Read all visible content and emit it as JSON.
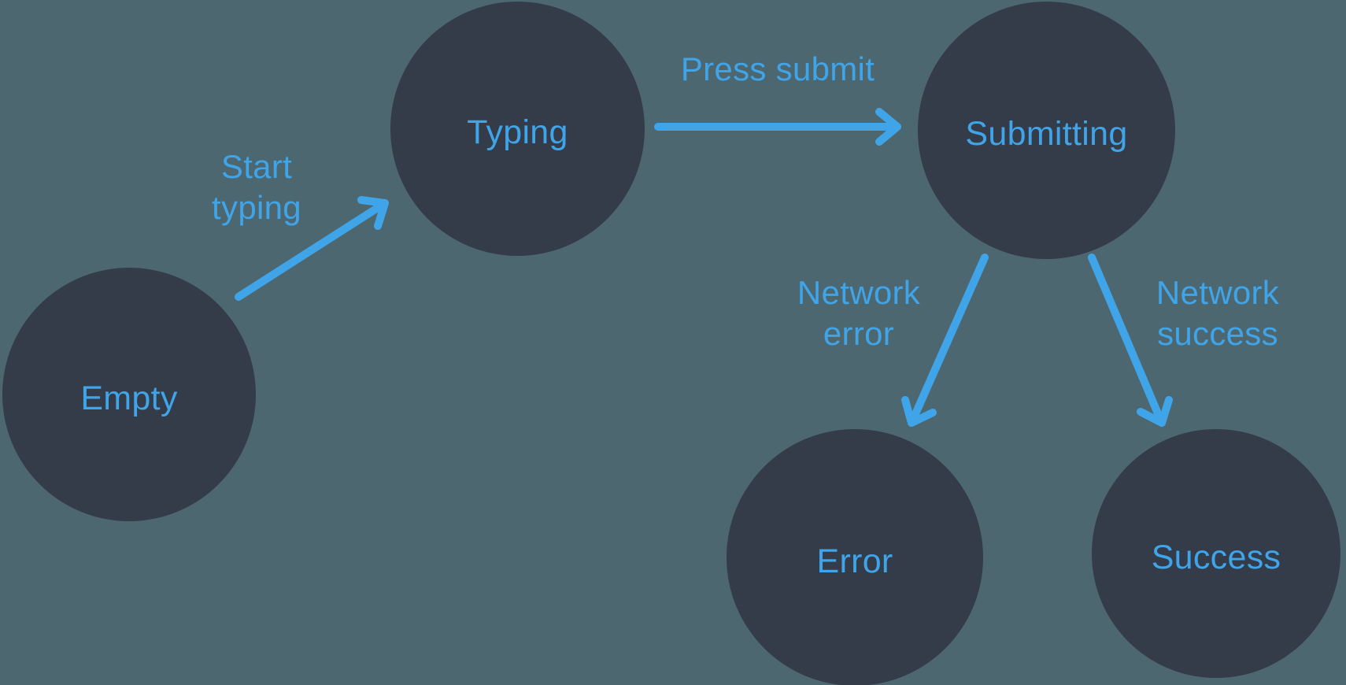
{
  "diagram": {
    "type": "state-machine",
    "colors": {
      "background": "#4D6770",
      "node_fill": "#343B49",
      "accent": "#3FA4E8"
    },
    "states": [
      {
        "id": "empty",
        "label": "Empty"
      },
      {
        "id": "typing",
        "label": "Typing"
      },
      {
        "id": "submitting",
        "label": "Submitting"
      },
      {
        "id": "error",
        "label": "Error"
      },
      {
        "id": "success",
        "label": "Success"
      }
    ],
    "transitions": [
      {
        "from": "empty",
        "to": "typing",
        "label": "Start typing",
        "label_lines": [
          "Start",
          "typing"
        ]
      },
      {
        "from": "typing",
        "to": "submitting",
        "label": "Press submit",
        "label_lines": [
          "Press submit"
        ]
      },
      {
        "from": "submitting",
        "to": "error",
        "label": "Network error",
        "label_lines": [
          "Network",
          "error"
        ]
      },
      {
        "from": "submitting",
        "to": "success",
        "label": "Network success",
        "label_lines": [
          "Network",
          "success"
        ]
      }
    ]
  }
}
